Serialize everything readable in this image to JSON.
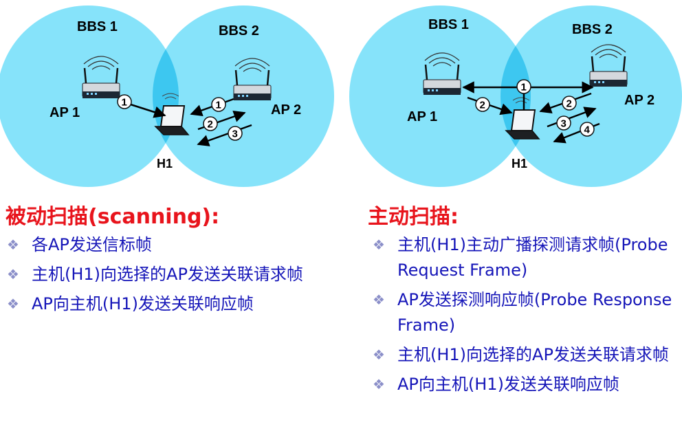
{
  "passive": {
    "bbs1": "BBS 1",
    "bbs2": "BBS 2",
    "ap1": "AP 1",
    "ap2": "AP 2",
    "host": "H1",
    "heading": "被动扫描(scanning):",
    "bullets": [
      "各AP发送信标帧",
      "主机(H1)向选择的AP发送关联请求帧",
      "AP向主机(H1)发送关联响应帧"
    ]
  },
  "active": {
    "bbs1": "BBS 1",
    "bbs2": "BBS 2",
    "ap1": "AP 1",
    "ap2": "AP 2",
    "host": "H1",
    "heading": "主动扫描:",
    "bullets": [
      "主机(H1)主动广播探测请求帧(Probe Request Frame)",
      "AP发送探测响应帧(Probe Response Frame)",
      "主机(H1)向选择的AP发送关联请求帧",
      "AP向主机(H1)发送关联响应帧"
    ]
  },
  "step_numbers": [
    "1",
    "2",
    "3",
    "4"
  ],
  "bullet_marker": "❖",
  "colors": {
    "bss_fill": "#86e3fa",
    "overlap_fill": "#3dc7f0",
    "heading": "#e8141c",
    "bullet_text": "#1515b8",
    "bullet_marker": "#8b8fc9"
  },
  "icons": [
    "wireless-router-icon",
    "laptop-icon",
    "wifi-signal-icon"
  ]
}
